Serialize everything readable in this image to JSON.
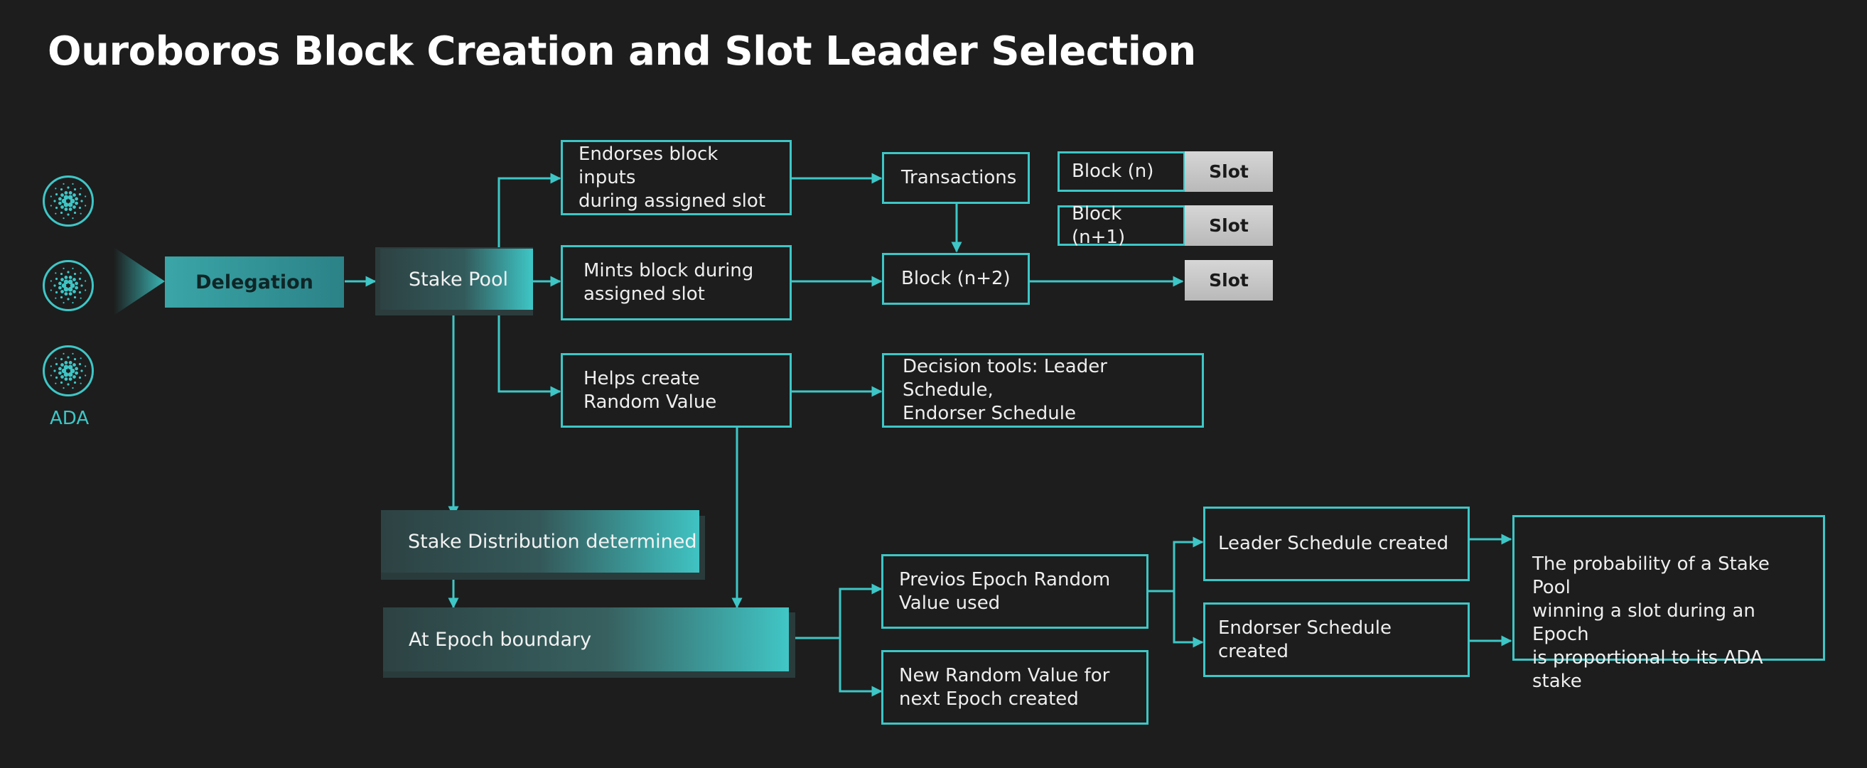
{
  "title": "Ouroboros Block Creation and Slot Leader Selection",
  "colors": {
    "accent": "#3ec6c6",
    "background": "#1d1d1d",
    "slot": "#c8c8c8"
  },
  "ada": {
    "label": "ADA",
    "icon": "cardano-ada-icon"
  },
  "nodes": {
    "delegation": "Delegation",
    "stake_pool": "Stake Pool",
    "endorses": [
      "Endorses block inputs",
      "during assigned slot"
    ],
    "mints": [
      "Mints block during",
      "assigned slot"
    ],
    "helps": [
      "Helps create",
      "Random Value"
    ],
    "transactions": "Transactions",
    "block_n2": "Block (n+2)",
    "decision": [
      "Decision tools: Leader Schedule,",
      "Endorser Schedule"
    ],
    "block_n": "Block (n)",
    "block_n1": "Block (n+1)",
    "slot": "Slot",
    "stake_distribution": "Stake Distribution determined",
    "epoch_boundary": "At Epoch boundary",
    "previous_random": [
      "Previos Epoch Random",
      "Value used"
    ],
    "new_random": [
      "New Random Value for",
      "next Epoch created"
    ],
    "leader_schedule": "Leader Schedule created",
    "endorser_schedule": "Endorser Schedule created",
    "probability": [
      "The probability of a Stake Pool",
      "winning a slot during an Epoch",
      "is proportional to its ADA stake"
    ]
  }
}
